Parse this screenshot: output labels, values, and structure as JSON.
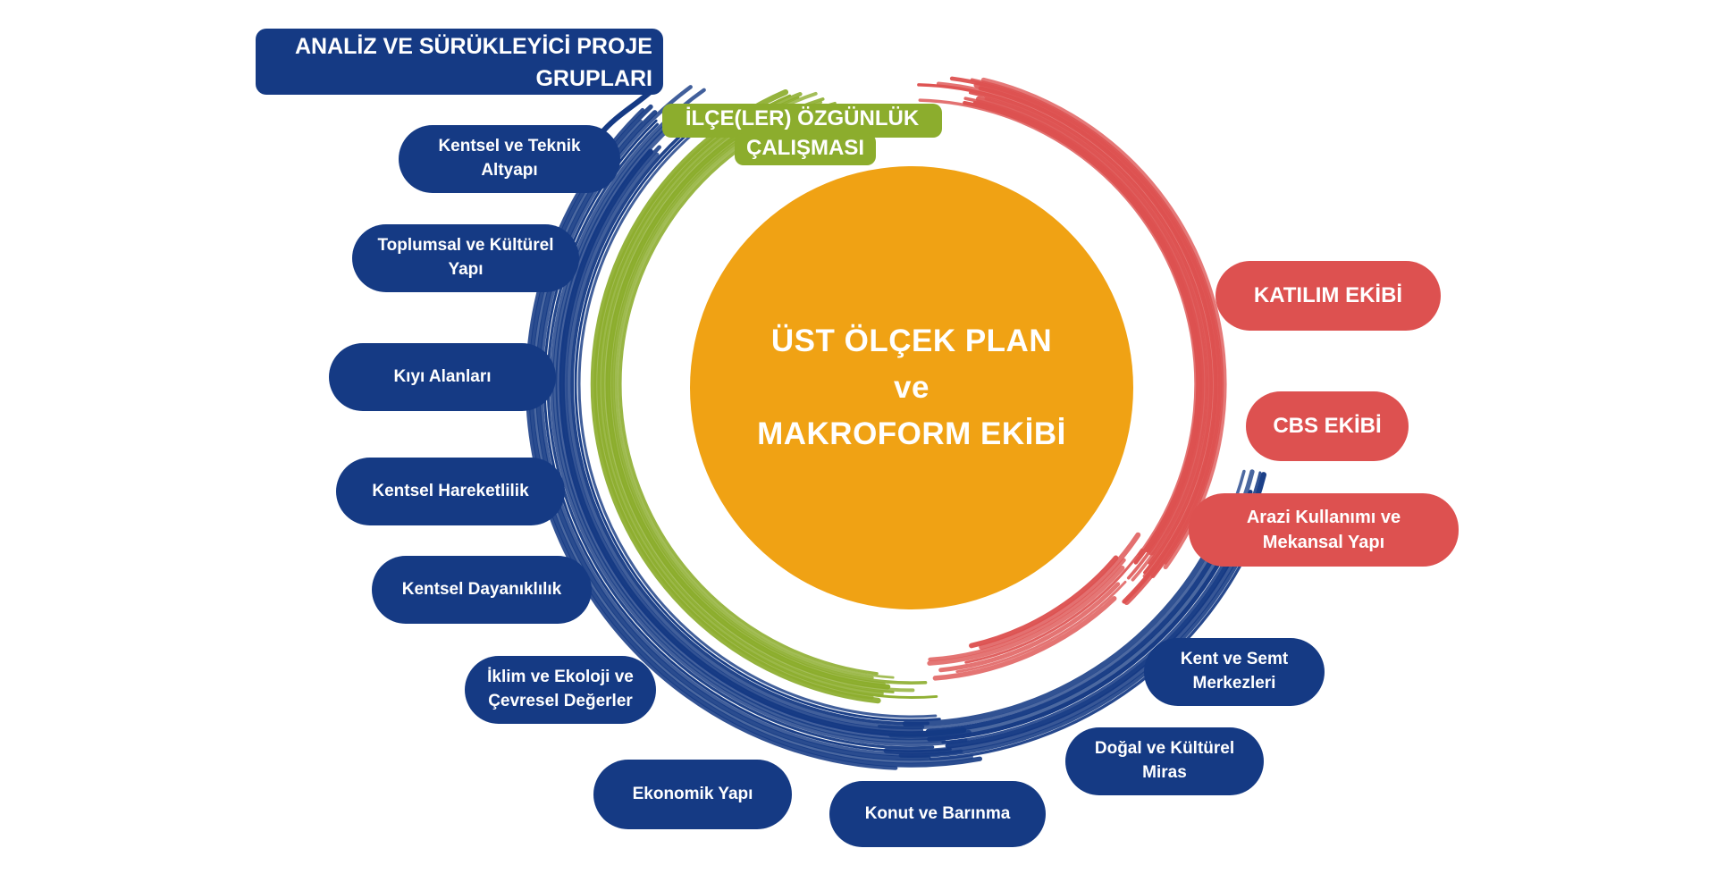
{
  "center": {
    "line1": "ÜST ÖLÇEK PLAN",
    "line2": "ve",
    "line3": "MAKROFORM EKİBİ"
  },
  "header": {
    "line1": "ANALİZ VE SÜRÜKLEYİCİ PROJE",
    "line2": "GRUPLARI"
  },
  "green_label": {
    "line1": "İLÇE(LER)  ÖZGÜNLÜK",
    "line2": "ÇALIŞMASI"
  },
  "blue_groups": [
    {
      "line1": "Kentsel ve Teknik",
      "line2": "Altyapı"
    },
    {
      "line1": "Toplumsal ve Kültürel",
      "line2": "Yapı"
    },
    {
      "line1": "Kıyı Alanları",
      "line2": ""
    },
    {
      "line1": "Kentsel Hareketlilik",
      "line2": ""
    },
    {
      "line1": "Kentsel Dayanıklılık",
      "line2": ""
    },
    {
      "line1": "İklim ve Ekoloji ve",
      "line2": "Çevresel Değerler"
    },
    {
      "line1": "Ekonomik Yapı",
      "line2": ""
    },
    {
      "line1": "Konut ve Barınma",
      "line2": ""
    },
    {
      "line1": "Doğal ve Kültürel",
      "line2": "Miras"
    },
    {
      "line1": "Kent ve Semt",
      "line2": "Merkezleri"
    }
  ],
  "red_teams": [
    {
      "line1": "KATILIM EKİBİ",
      "line2": ""
    },
    {
      "line1": "CBS EKİBİ",
      "line2": ""
    },
    {
      "line1": "Arazi Kullanımı ve",
      "line2": "Mekansal Yapı"
    }
  ],
  "colors": {
    "orange": "#f0a214",
    "blue": "#153a84",
    "red": "#dd5150",
    "green": "#8cad2d"
  }
}
